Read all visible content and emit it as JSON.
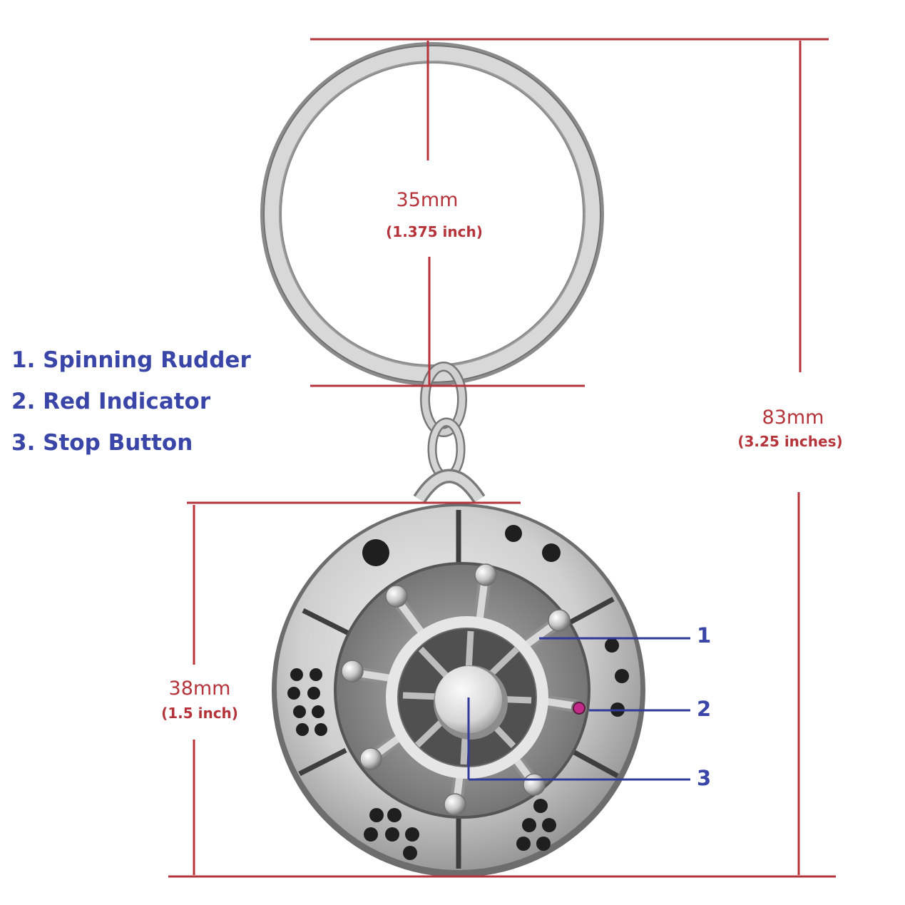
{
  "dimensions": {
    "ring": {
      "mm": "35mm",
      "inch": "(1.375 inch)"
    },
    "total": {
      "mm": "83mm",
      "inch": "(3.25 inches)"
    },
    "pendant": {
      "mm": "38mm",
      "inch": "(1.5 inch)"
    }
  },
  "legend": [
    "1. Spinning Rudder",
    "2. Red Indicator",
    "3. Stop Button"
  ],
  "callouts": [
    "1",
    "2",
    "3"
  ],
  "colors": {
    "dimension_line": "#b5333a",
    "legend_text": "#3a45a8",
    "metal": "#c9c9c9",
    "indicator_gem": "#c42a8a"
  }
}
